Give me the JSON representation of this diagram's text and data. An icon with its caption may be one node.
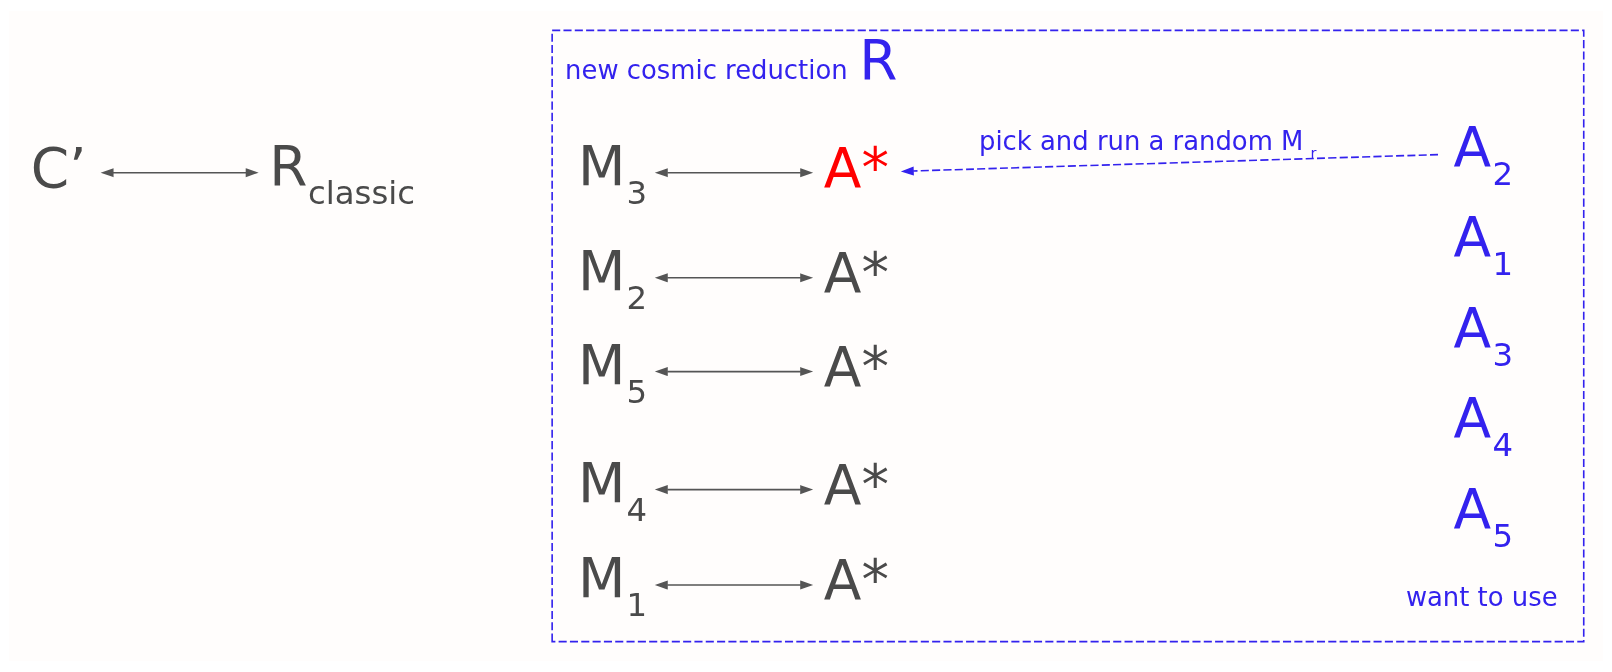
{
  "diagram": {
    "nodes": [
      {
        "text": [
          "new cosmic reduction",
          "R"
        ]
      },
      {
        "text": [
          "C’"
        ]
      },
      {
        "text": [
          "R$_{classic}$"
        ]
      },
      {
        "text": [
          "M$_{3}$"
        ],
        "in": 0
      },
      {
        "text": [
          "A*"
        ],
        "in": 0
      },
      {
        "text": [
          "M$_{2}$"
        ],
        "in": 0
      },
      {
        "text": [
          "A*"
        ],
        "in": 0
      },
      {
        "text": [
          "M$_{5}$"
        ],
        "in": 0
      },
      {
        "text": [
          "A*"
        ],
        "in": 0
      },
      {
        "text": [
          "M$_{4}$"
        ],
        "in": 0
      },
      {
        "text": [
          "A*"
        ],
        "in": 0
      },
      {
        "text": [
          "M$_{1}$"
        ],
        "in": 0
      },
      {
        "text": [
          "A*"
        ],
        "in": 0
      },
      {
        "text": [
          "A$_{1}$"
        ],
        "in": 0
      },
      {
        "text": [
          "A$_{2}$"
        ],
        "in": 0
      },
      {
        "text": [
          "A$_{3}$"
        ],
        "in": 0
      },
      {
        "text": [
          "A$_{4}$"
        ],
        "in": 0
      },
      {
        "text": [
          "A$_{5}$"
        ],
        "in": 0
      }
    ],
    "edges": [
      {
        "from": 1,
        "to": 2,
        "arrow": "both"
      },
      {
        "from": 3,
        "to": 4,
        "arrow": "both"
      },
      {
        "from": 5,
        "to": 6,
        "arrow": "both"
      },
      {
        "from": 7,
        "to": 8,
        "arrow": "both"
      },
      {
        "from": 9,
        "to": 10,
        "arrow": "both"
      },
      {
        "from": 11,
        "to": 12,
        "arrow": "both"
      },
      {
        "from": 14,
        "to": 4,
        "arrow": "to",
        "label": "pick and run a random M$_{r}$",
        "style": "dashed",
        "color": "#3322ee"
      }
    ],
    "labels": [
      "want to use"
    ]
  }
}
